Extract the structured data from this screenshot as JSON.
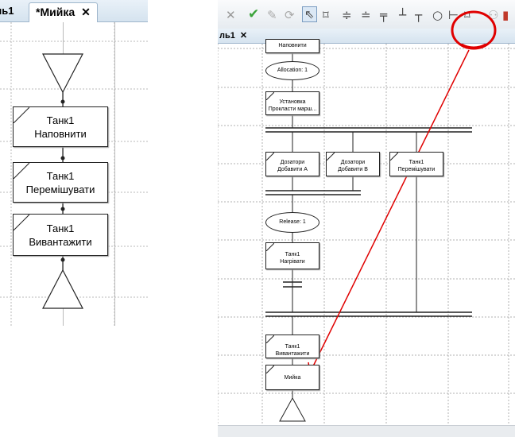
{
  "left_panel": {
    "tabs": [
      {
        "label": "ль1"
      },
      {
        "label": "*Мийка"
      }
    ],
    "steps": [
      {
        "line1": "Танк1",
        "line2": "Наповнити"
      },
      {
        "line1": "Танк1",
        "line2": "Перемішувати"
      },
      {
        "line1": "Танк1",
        "line2": "Вивантажити"
      }
    ]
  },
  "right_panel": {
    "tab_label": "ль1",
    "toolbar_icons": [
      "close-icon",
      "checkmark-icon",
      "edit-icon",
      "refresh-icon",
      "pointer-icon",
      "step-icon",
      "transition-icon",
      "alternative-branch-icon",
      "simultaneous-branch-icon",
      "end-branch-icon",
      "jump-icon",
      "ellipse-icon",
      "flag-icon",
      "step-transition-icon",
      "user-icon",
      "document-icon"
    ],
    "highlight_color": "#e00000",
    "steps": {
      "top": "Наповнити",
      "allocation": "Allocation: 1",
      "install": {
        "line1": "Установка",
        "line2": "Прокласти марш..."
      },
      "doser_a": {
        "line1": "Дозатори",
        "line2": "Добавити A"
      },
      "doser_b": {
        "line1": "Дозатори",
        "line2": "Добавити B"
      },
      "tank_mix": {
        "line1": "Танк1",
        "line2": "Перемішувати"
      },
      "release": "Release: 1",
      "heat": {
        "line1": "Танк1",
        "line2": "Нагрівати"
      },
      "unload": {
        "line1": "Танк1",
        "line2": "Вивантажити"
      },
      "wash": "Мийка"
    }
  }
}
